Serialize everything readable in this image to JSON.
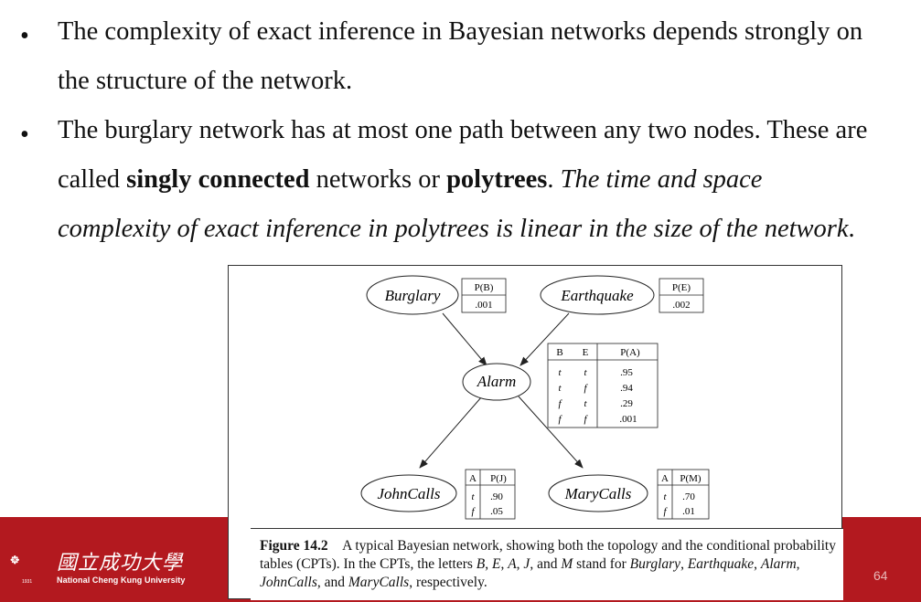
{
  "bullets": [
    {
      "lines": [
        [
          "The complexity of exact inference in Bayesian networks depends strongly on"
        ],
        [
          "the structure of the network."
        ]
      ]
    },
    {
      "lines": [
        [
          "The burglary network has at most one path between any two nodes. These are"
        ],
        [
          "called ",
          "singly connected",
          " networks or ",
          "polytrees",
          ". ",
          "The time and space"
        ],
        [
          "complexity of exact inference in polytrees is linear in the size of the network",
          "."
        ]
      ]
    }
  ],
  "bullet_char": "•",
  "figure": {
    "nodes": {
      "burglary": "Burglary",
      "earthquake": "Earthquake",
      "alarm": "Alarm",
      "johncalls": "JohnCalls",
      "marycalls": "MaryCalls"
    },
    "cpt_b": {
      "header": "P(B)",
      "value": ".001"
    },
    "cpt_e": {
      "header": "P(E)",
      "value": ".002"
    },
    "cpt_a": {
      "headers": [
        "B",
        "E",
        "P(A)"
      ],
      "rows": [
        [
          "t",
          "t",
          ".95"
        ],
        [
          "t",
          "f",
          ".94"
        ],
        [
          "f",
          "t",
          ".29"
        ],
        [
          "f",
          "f",
          ".001"
        ]
      ]
    },
    "cpt_j": {
      "headers": [
        "A",
        "P(J)"
      ],
      "rows": [
        [
          "t",
          ".90"
        ],
        [
          "f",
          ".05"
        ]
      ]
    },
    "cpt_m": {
      "headers": [
        "A",
        "P(M)"
      ],
      "rows": [
        [
          "t",
          ".70"
        ],
        [
          "f",
          ".01"
        ]
      ]
    },
    "caption": {
      "label": "Figure 14.2",
      "text1": "A typical Bayesian network, showing both the topology and the conditional probability tables (CPTs). In the CPTs, the letters ",
      "b": "B",
      "e": "E",
      "a": "A",
      "j": "J",
      "m": "M",
      "text2": " stand for ",
      "burglary": "Burglary",
      "earthquake": "Earthquake",
      "alarm": "Alarm",
      "johncalls": "JohnCalls",
      "marycalls": "MaryCalls",
      "respectively": ", respectively."
    }
  },
  "footer": {
    "university_cn": "國立成功大學",
    "university_en": "National Cheng Kung University",
    "year": "1931",
    "page_number": "64",
    "band_color": "#b3191f"
  }
}
